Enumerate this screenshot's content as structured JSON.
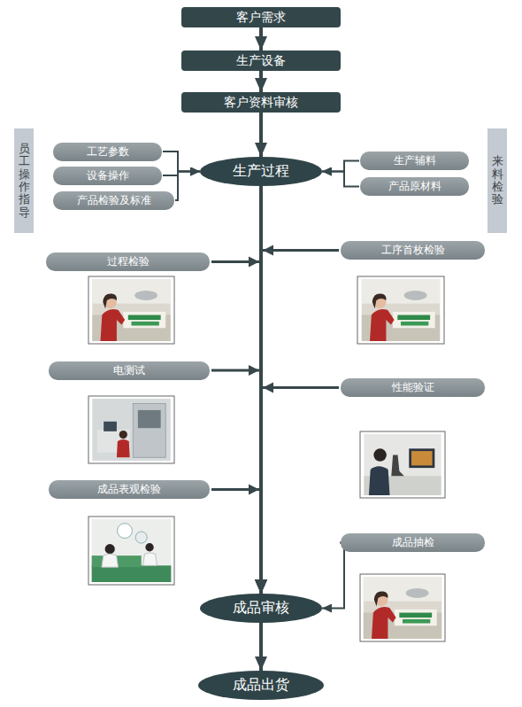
{
  "diagram": {
    "nodes": [
      {
        "text": [
          "客户需求"
        ]
      },
      {
        "text": [
          "生产设备"
        ]
      },
      {
        "text": [
          "客户资料审核"
        ]
      },
      {
        "text": [
          "员工操作指导"
        ]
      },
      {
        "text": [
          "工艺参数"
        ]
      },
      {
        "text": [
          "设备操作"
        ]
      },
      {
        "text": [
          "产品检验及标准"
        ]
      },
      {
        "text": [
          "生产过程"
        ]
      },
      {
        "text": [
          "生产辅料"
        ]
      },
      {
        "text": [
          "产品原材料"
        ]
      },
      {
        "text": [
          "来料检验"
        ]
      },
      {
        "text": [
          "过程检验"
        ]
      },
      {
        "text": [
          "工序首枚检验"
        ]
      },
      {
        "text": [
          "电测试"
        ]
      },
      {
        "text": [
          "性能验证"
        ]
      },
      {
        "text": [
          "成品表观检验"
        ]
      },
      {
        "text": [
          "成品抽检"
        ]
      },
      {
        "text": [
          "成品审核"
        ]
      },
      {
        "text": [
          "成品出货"
        ]
      }
    ],
    "edges": [
      {
        "from": 0,
        "to": 1,
        "arrow": "to"
      },
      {
        "from": 1,
        "to": 2,
        "arrow": "to"
      },
      {
        "from": 2,
        "to": 7,
        "arrow": "to"
      },
      {
        "from": 4,
        "to": 7,
        "arrow": "to"
      },
      {
        "from": 5,
        "to": 7,
        "arrow": "to"
      },
      {
        "from": 6,
        "to": 7,
        "arrow": "to"
      },
      {
        "from": 8,
        "to": 7,
        "arrow": "to"
      },
      {
        "from": 9,
        "to": 7,
        "arrow": "to"
      },
      {
        "from": 7,
        "to": 17,
        "arrow": "to"
      },
      {
        "from": 11,
        "to": 17,
        "arrow": "to"
      },
      {
        "from": 12,
        "to": 17,
        "arrow": "to"
      },
      {
        "from": 13,
        "to": 17,
        "arrow": "to"
      },
      {
        "from": 14,
        "to": 17,
        "arrow": "to"
      },
      {
        "from": 15,
        "to": 17,
        "arrow": "to"
      },
      {
        "from": 16,
        "to": 17,
        "arrow": "to"
      },
      {
        "from": 17,
        "to": 18,
        "arrow": "to"
      }
    ]
  }
}
